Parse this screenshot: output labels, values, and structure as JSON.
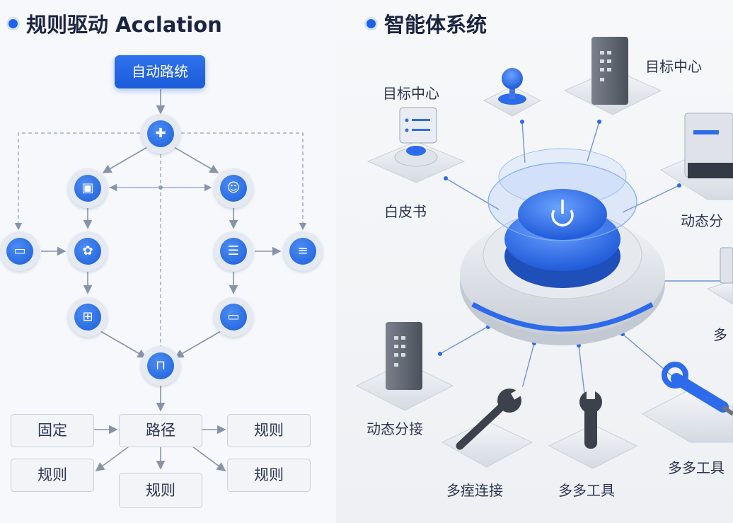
{
  "left_panel": {
    "title": "规则驱动 Acclation",
    "start_label": "自动路统",
    "nodes": [
      {
        "id": "plus",
        "icon": "plus-circle-icon",
        "glyph": "✚"
      },
      {
        "id": "box",
        "icon": "cube-icon",
        "glyph": "▣"
      },
      {
        "id": "user",
        "icon": "user-icon",
        "glyph": "☺"
      },
      {
        "id": "monitor-left",
        "icon": "monitor-icon",
        "glyph": "▭"
      },
      {
        "id": "flower",
        "icon": "flower-icon",
        "glyph": "✿"
      },
      {
        "id": "list",
        "icon": "list-icon",
        "glyph": "☰"
      },
      {
        "id": "menu",
        "icon": "menu-icon",
        "glyph": "≡"
      },
      {
        "id": "grid",
        "icon": "grid-icon",
        "glyph": "⊞"
      },
      {
        "id": "monitor-right",
        "icon": "monitor-icon",
        "glyph": "▭"
      },
      {
        "id": "lock",
        "icon": "lock-icon",
        "glyph": "⊓"
      }
    ],
    "boxes": [
      {
        "id": "fixed",
        "label": "固定"
      },
      {
        "id": "path",
        "label": "路径"
      },
      {
        "id": "rule-a",
        "label": "规则"
      },
      {
        "id": "rule-b",
        "label": "规则"
      },
      {
        "id": "rule-c",
        "label": "规则"
      },
      {
        "id": "rule-d",
        "label": "规则"
      }
    ]
  },
  "right_panel": {
    "title": "智能体系统",
    "labels": {
      "goal_center_left": "目标中心",
      "goal_center_right": "目标中心",
      "whitepaper": "白皮书",
      "dynamic_right": "动态分",
      "multi_right": "多",
      "dynamic_left": "动态分接",
      "multi_connect": "多痓连接",
      "multi_tool_mid": "多多工具",
      "multi_tool_right": "多多工具"
    },
    "colors": {
      "accent": "#1f63e6",
      "device": "#5d6470",
      "pad": "#e9ecf1"
    }
  }
}
